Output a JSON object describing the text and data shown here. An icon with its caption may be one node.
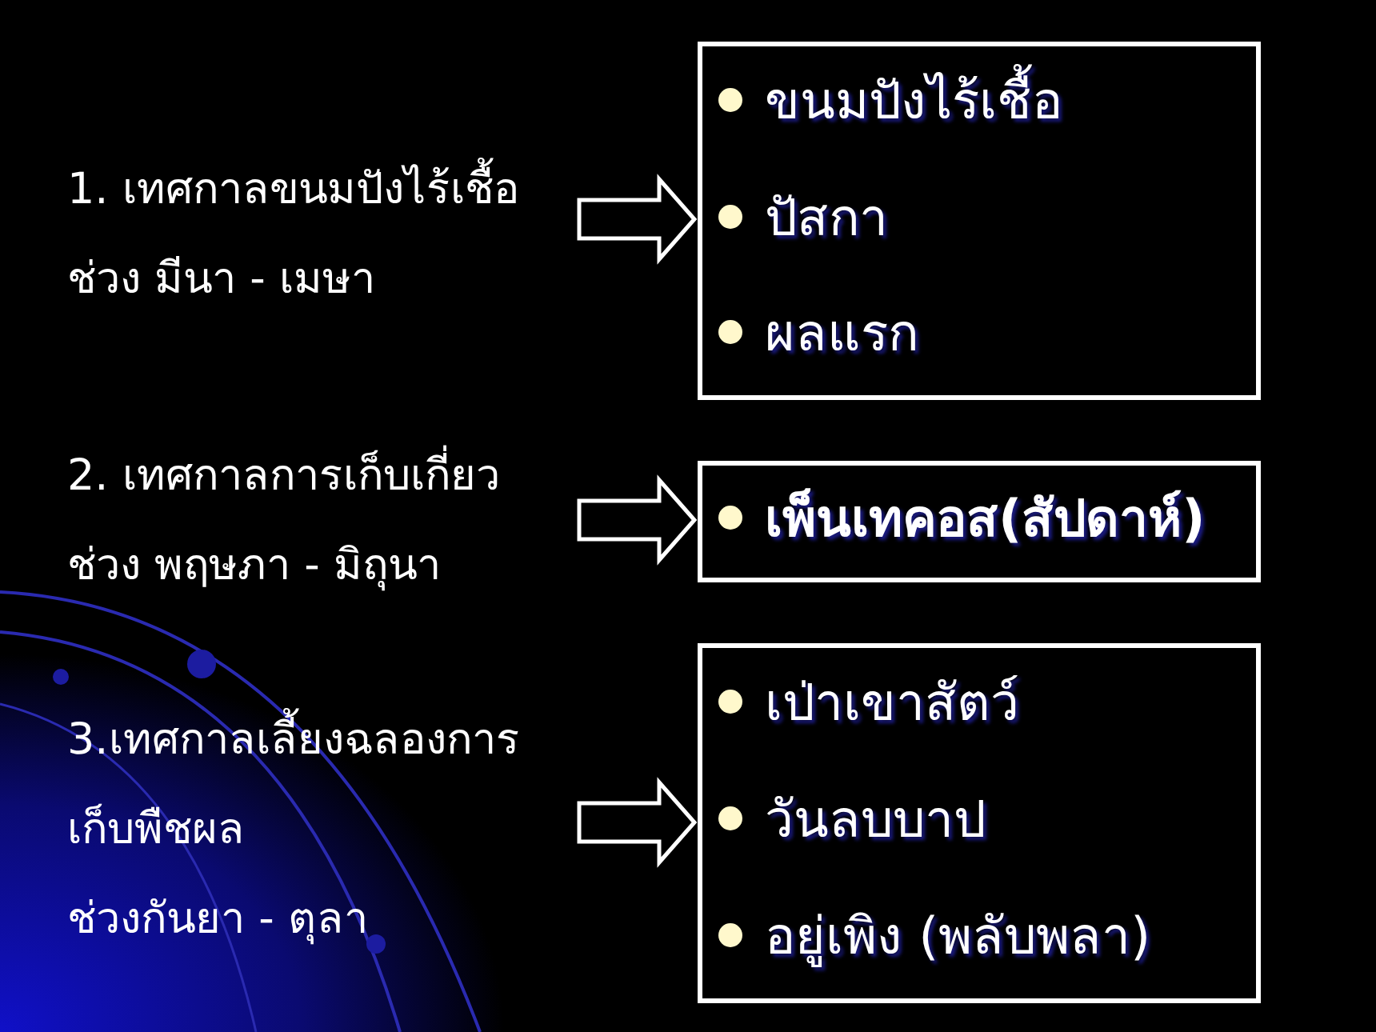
{
  "diagram": {
    "nodes": [
      {
        "text": [
          "1. เทศกาลขนมปังไร้เชื้อ",
          "ช่วง มีนา - เมษา"
        ]
      },
      {
        "text": [
          "2. เทศกาลการเก็บเกี่ยว",
          "ช่วง พฤษภา - มิถุนา"
        ]
      },
      {
        "text": [
          "3.เทศกาลเลี้ยงฉลองการ",
          "เก็บพืชผล",
          "ช่วงกันยา - ตุลา"
        ]
      },
      {
        "text": [
          "ขนมปังไร้เชื้อ",
          "ปัสกา",
          "ผลแรก"
        ]
      },
      {
        "text": [
          "**เพ็นเทคอส(สัปดาห์)**"
        ]
      },
      {
        "text": [
          "เป่าเขาสัตว์",
          "วันลบบาป",
          "อยู่เพิง (พลับพลา)"
        ]
      }
    ],
    "edges": [
      {
        "from": 0,
        "to": 3,
        "arrow": "to"
      },
      {
        "from": 1,
        "to": 4,
        "arrow": "to"
      },
      {
        "from": 2,
        "to": 5,
        "arrow": "to"
      }
    ]
  }
}
